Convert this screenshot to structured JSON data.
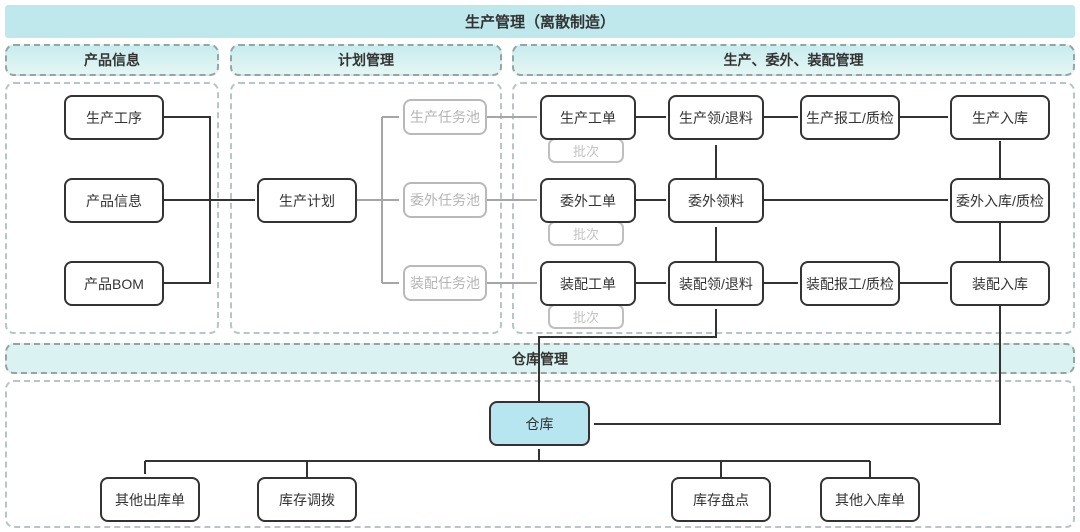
{
  "banner": {
    "title": "生产管理（离散制造）"
  },
  "sections": {
    "product_info": "产品信息",
    "plan_mgmt": "计划管理",
    "prod_outsource_assembly_mgmt": "生产、委外、装配管理",
    "warehouse_mgmt": "仓库管理"
  },
  "nodes": {
    "prod_process": "生产工序",
    "product_info": "产品信息",
    "product_bom": "产品BOM",
    "prod_plan": "生产计划",
    "prod_task_pool": "生产任务池",
    "outsource_task_pool": "委外任务池",
    "assembly_task_pool": "装配任务池",
    "prod_order": "生产工单",
    "outsource_order": "委外工单",
    "assembly_order": "装配工单",
    "batch": "批次",
    "prod_material": "生产领/退料",
    "outsource_material": "委外领料",
    "assembly_material": "装配领/退料",
    "prod_report_qc": "生产报工/质检",
    "assembly_report_qc": "装配报工/质检",
    "prod_inbound": "生产入库",
    "outsource_inbound_qc": "委外入库/质检",
    "assembly_inbound": "装配入库",
    "warehouse": "仓库",
    "other_outbound": "其他出库单",
    "stock_transfer": "库存调拨",
    "stock_count": "库存盘点",
    "other_inbound": "其他入库单"
  },
  "colors": {
    "banner_bg": "#bee8ec",
    "header_bg": "#d5f0f1",
    "warehouse_band_bg": "#daf2f1",
    "warehouse_node_bg": "#b7e6f0",
    "main_line": "#333333",
    "gray_line": "#a6a6a6",
    "gray_text": "#b4b4b4",
    "dashed_border": "#94a5a3"
  }
}
